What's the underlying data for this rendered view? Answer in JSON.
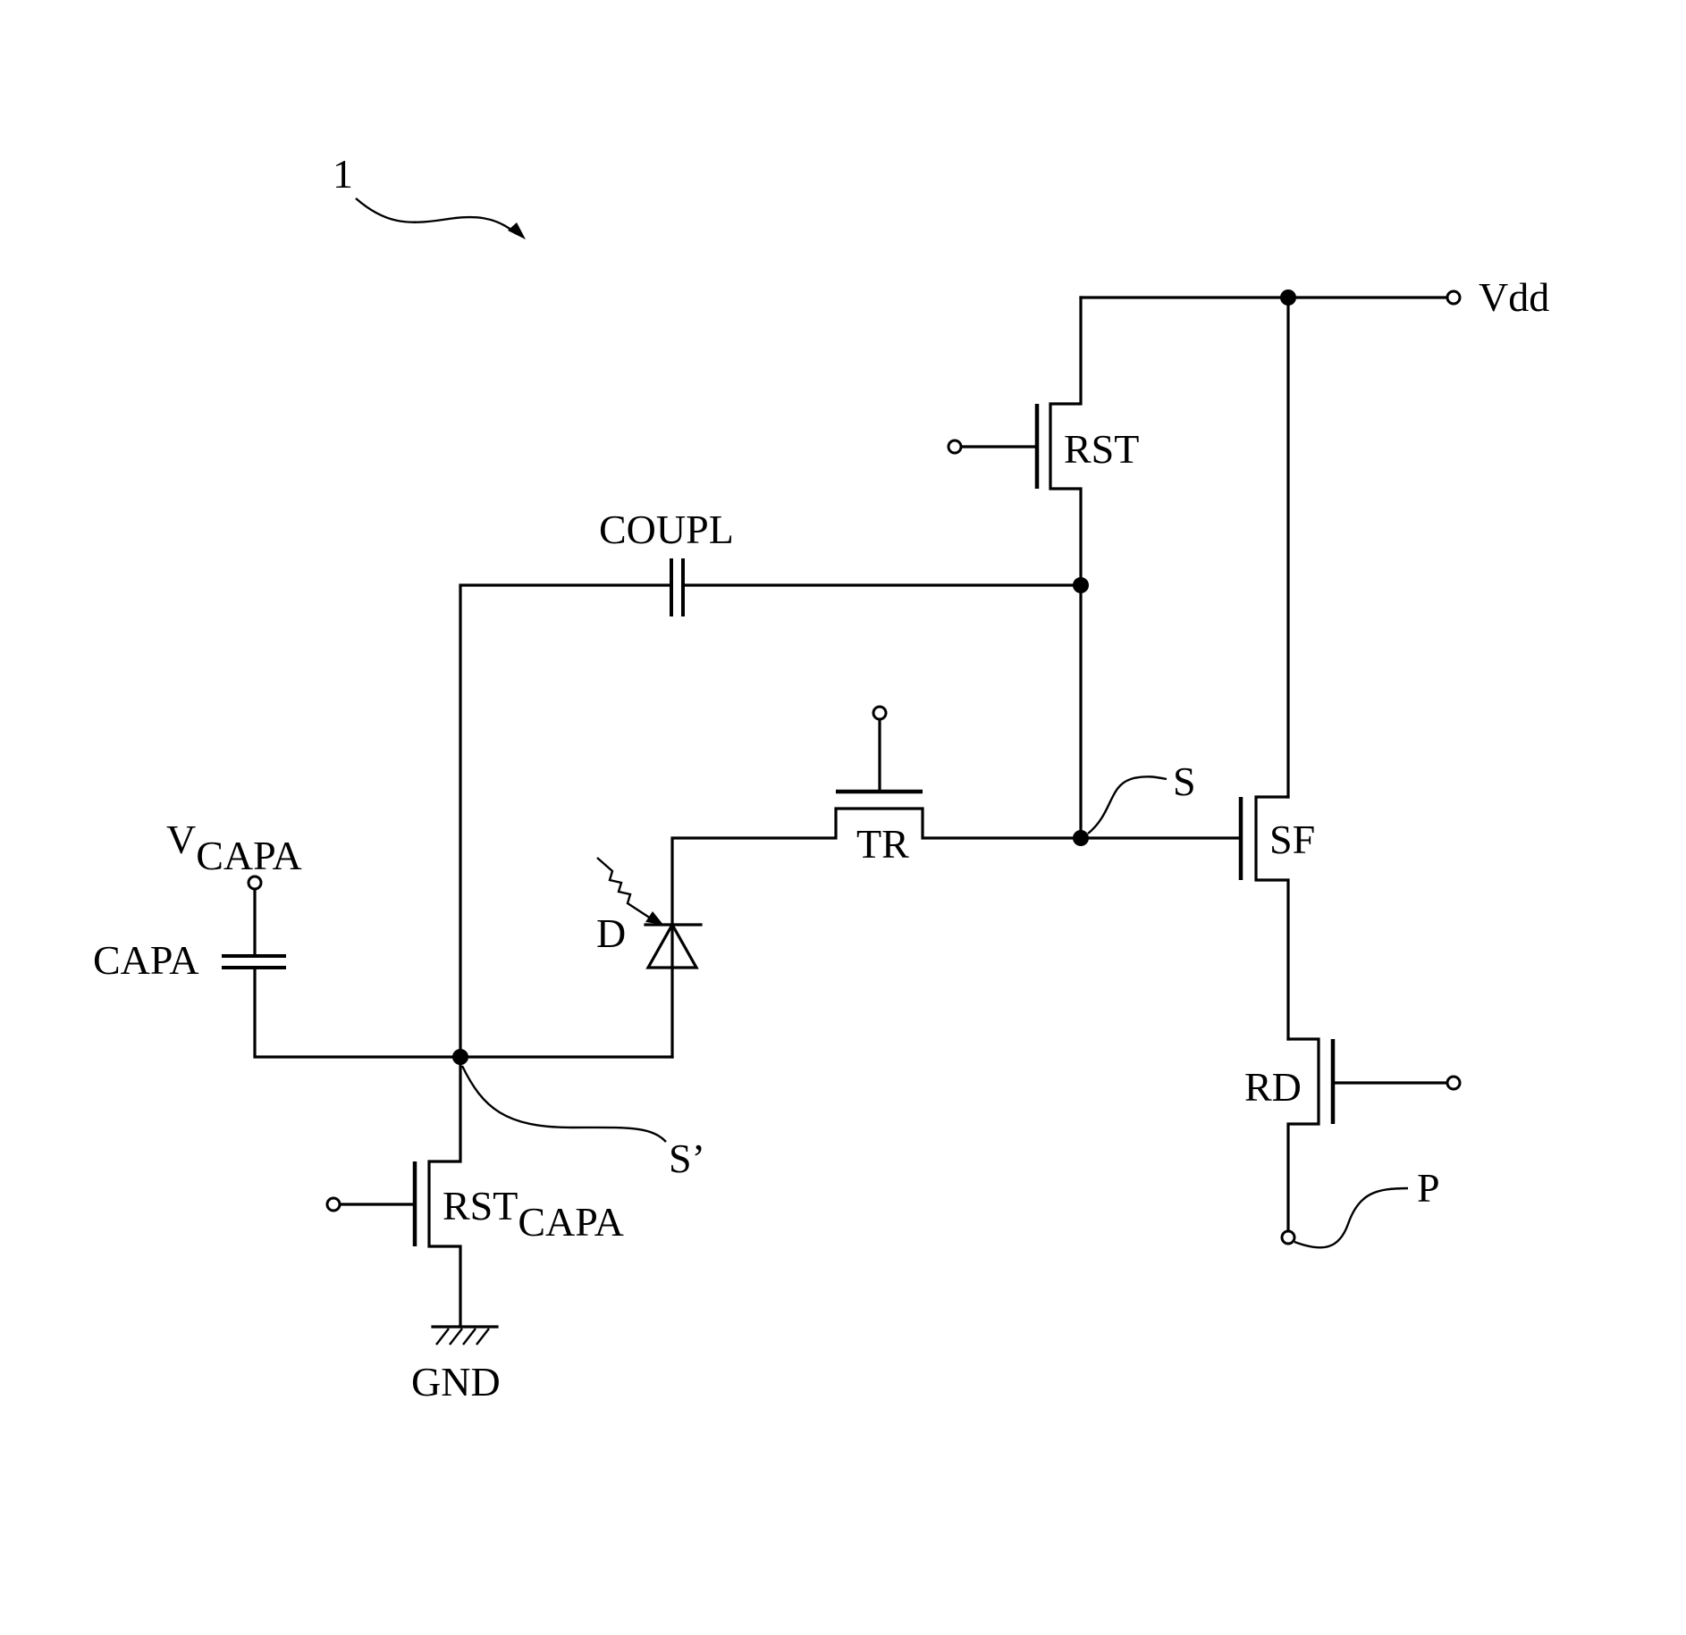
{
  "figure": {
    "reference_numeral": "1"
  },
  "labels": {
    "vdd": "Vdd",
    "rst": "RST",
    "coupl": "COUPL",
    "s": "S",
    "tr": "TR",
    "sf": "SF",
    "v_capa_main": "V",
    "v_capa_sub": "CAPA",
    "capa": "CAPA",
    "d": "D",
    "s_prime": "S’",
    "rst_capa_main": "RST",
    "rst_capa_sub": "CAPA",
    "gnd": "GND",
    "rd": "RD",
    "p": "P"
  }
}
